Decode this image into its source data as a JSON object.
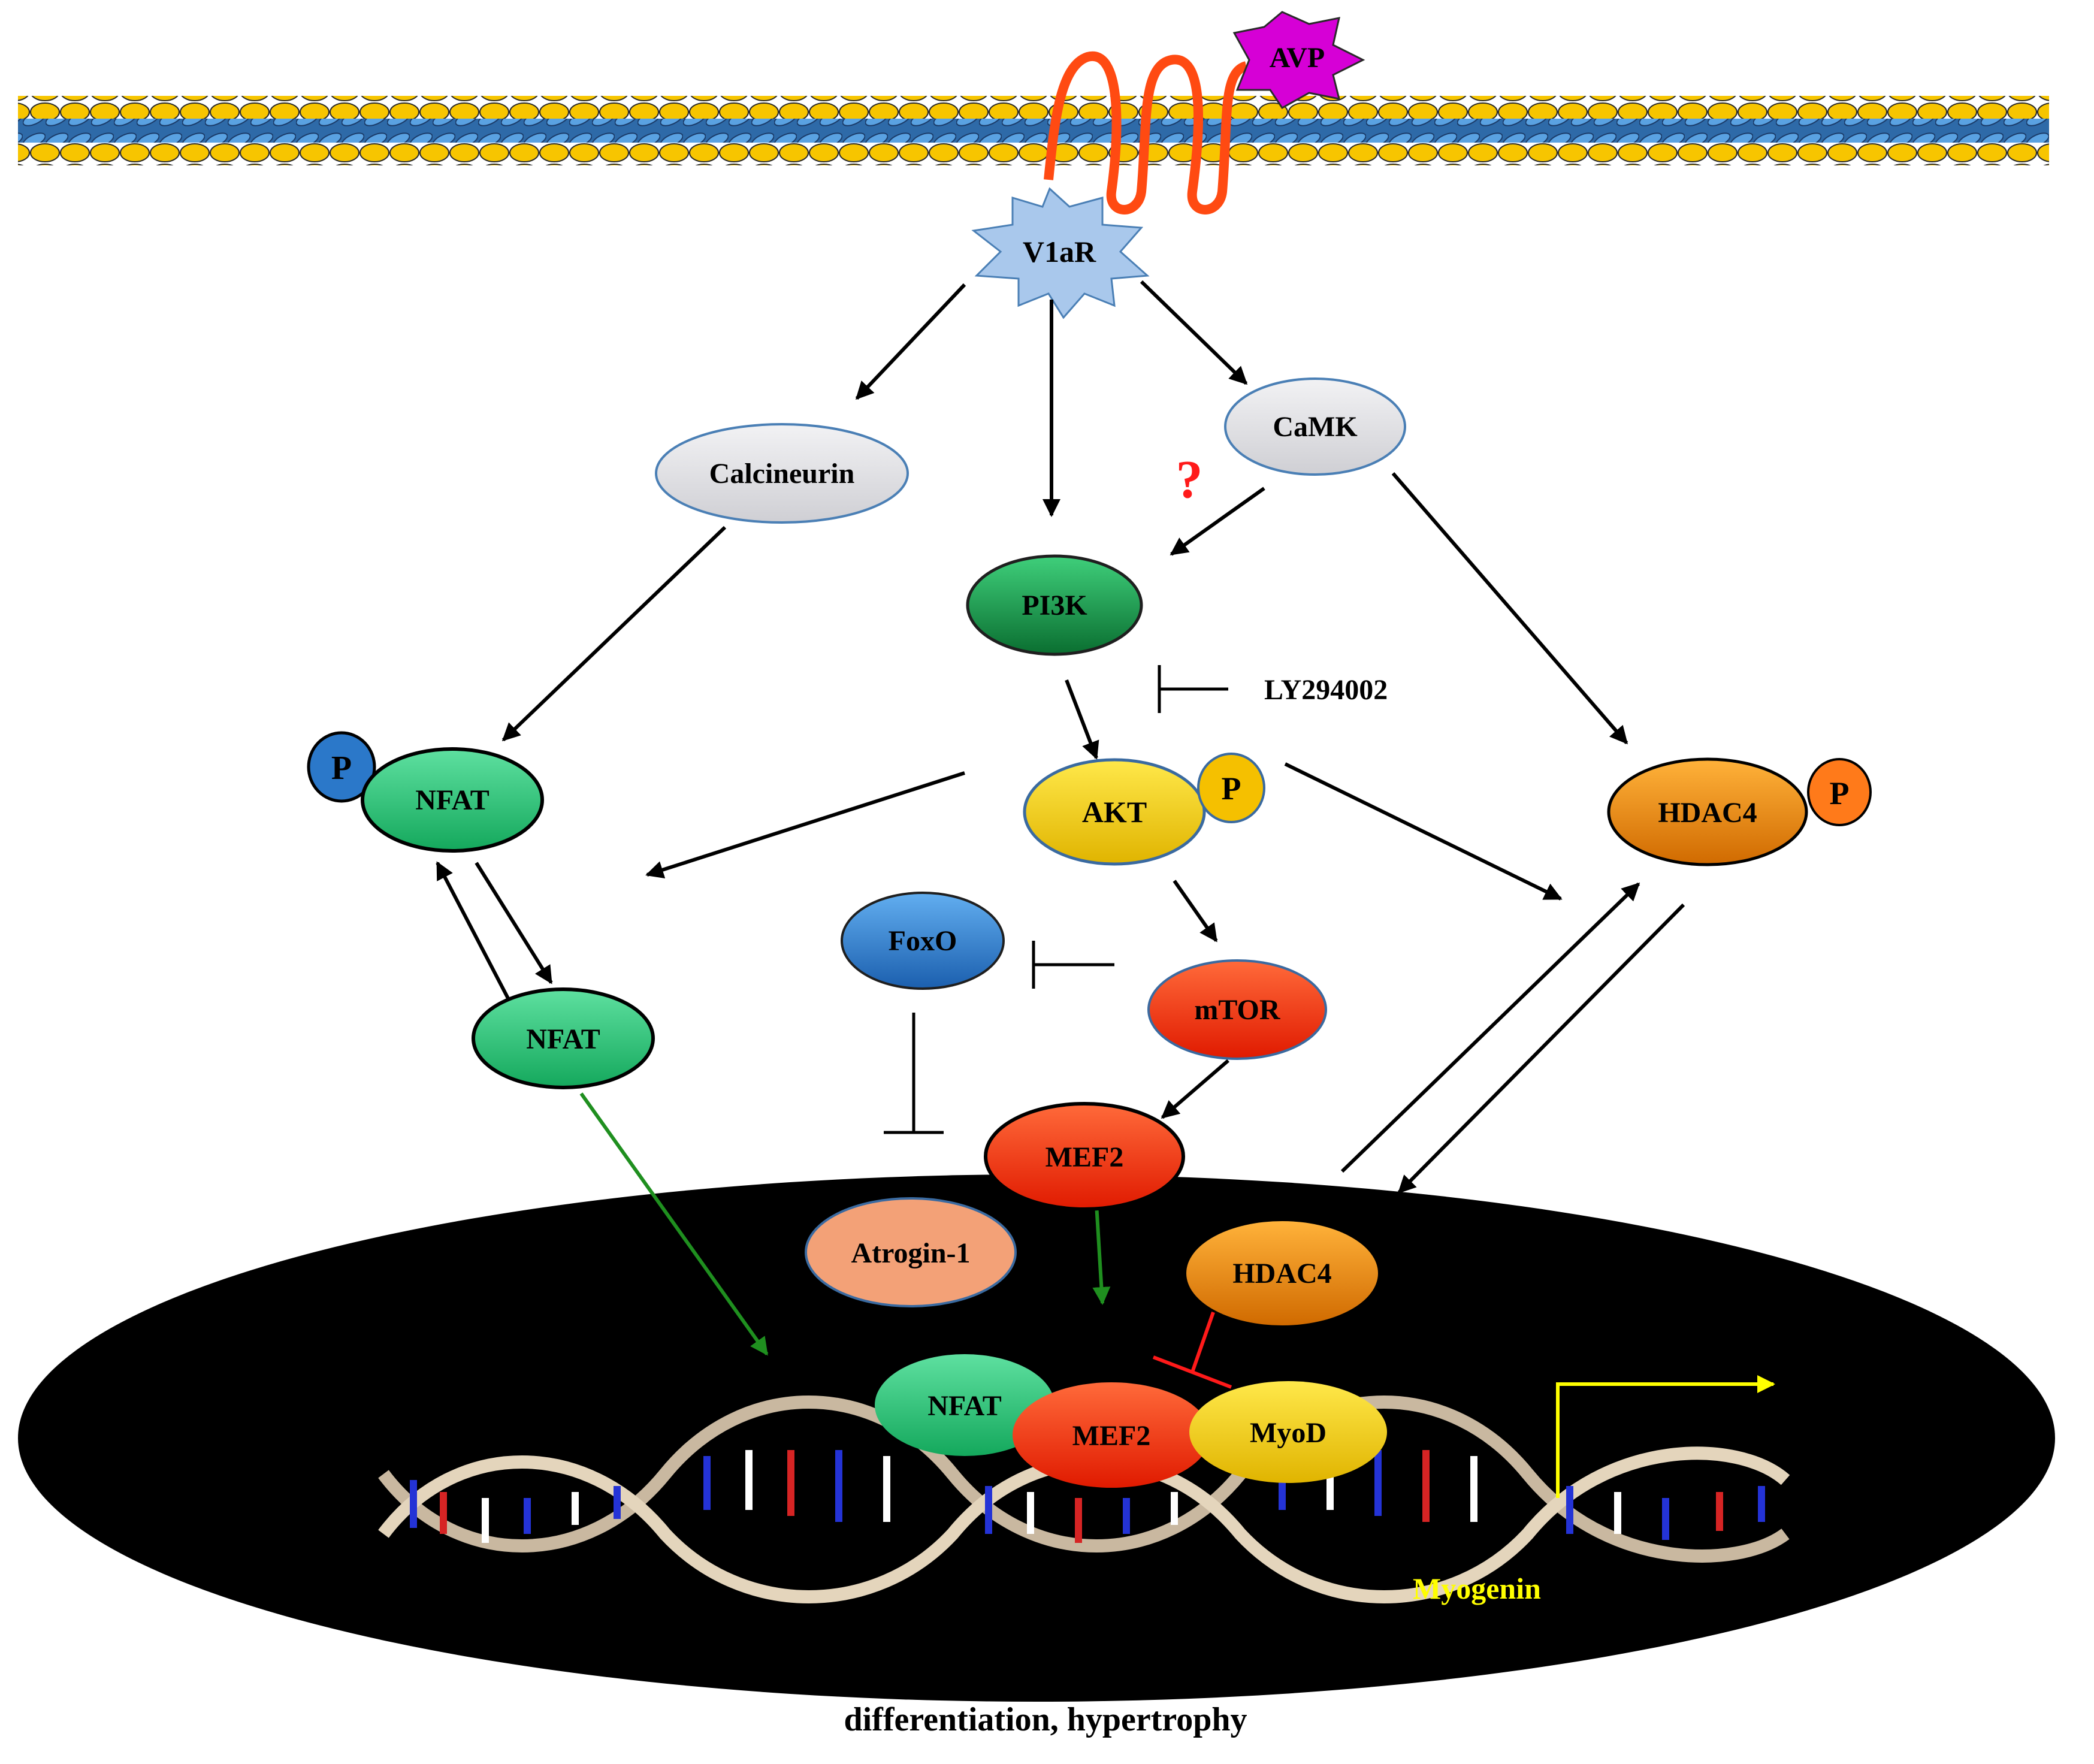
{
  "labels": {
    "avp": "AVP",
    "v1ar": "V1aR",
    "calcineurin": "Calcineurin",
    "camk": "CaMK",
    "question": "?",
    "pi3k": "PI3K",
    "ly294002": "LY294002",
    "akt": "AKT",
    "phospho": "P",
    "nfat": "NFAT",
    "hdac4": "HDAC4",
    "foxo": "FoxO",
    "mtor": "mTOR",
    "mef2": "MEF2",
    "atrogin": "Atrogin-1",
    "myod": "MyoD",
    "myogenin": "Myogenin",
    "caption": "differentiation, hypertrophy"
  },
  "colors": {
    "membrane_gold": "#f7c500",
    "membrane_blue": "#3b82c4",
    "receptor_red": "#ff4a12",
    "avp_magenta": "#d600d6",
    "v1ar_blue": "#a9c8ec",
    "grey_node": "#e3e3e6",
    "green_node": "#2ec77a",
    "dark_green_node": "#118a3f",
    "yellow_node": "#f5d000",
    "orange_node": "#f08a00",
    "blue_node": "#2b78c9",
    "red_node": "#ff2a00",
    "salmon_node": "#f3a177",
    "nucleus": "#000000",
    "green_arrow": "#1f8f1f",
    "red_inhibit": "#ff1a1a",
    "yellow_arrow": "#ffff00"
  }
}
